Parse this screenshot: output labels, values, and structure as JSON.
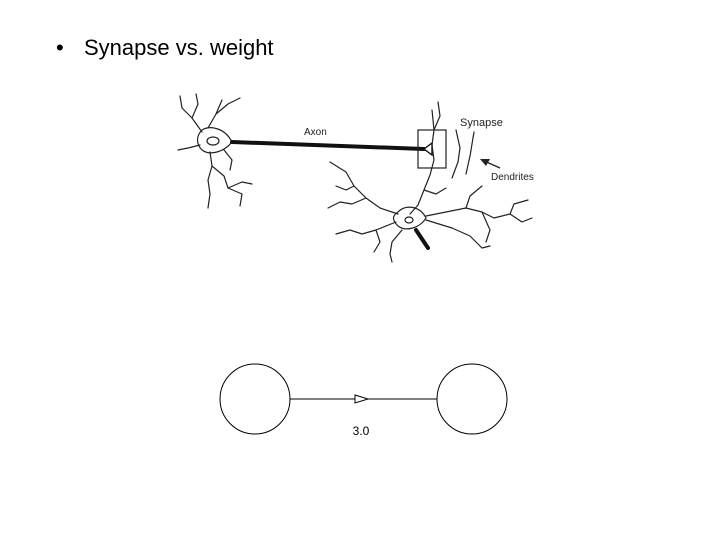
{
  "slide": {
    "bullet_marker": "•",
    "bullet_text": "Synapse vs. weight"
  },
  "neuron_diagram": {
    "axon_label": "Axon",
    "synapse_label": "Synapse",
    "dendrites_label": "Dendrites"
  },
  "network_diagram": {
    "weight_label": "3.0"
  },
  "colors": {
    "background": "#ffffff",
    "ink": "#000000",
    "sketch": "#222222"
  }
}
